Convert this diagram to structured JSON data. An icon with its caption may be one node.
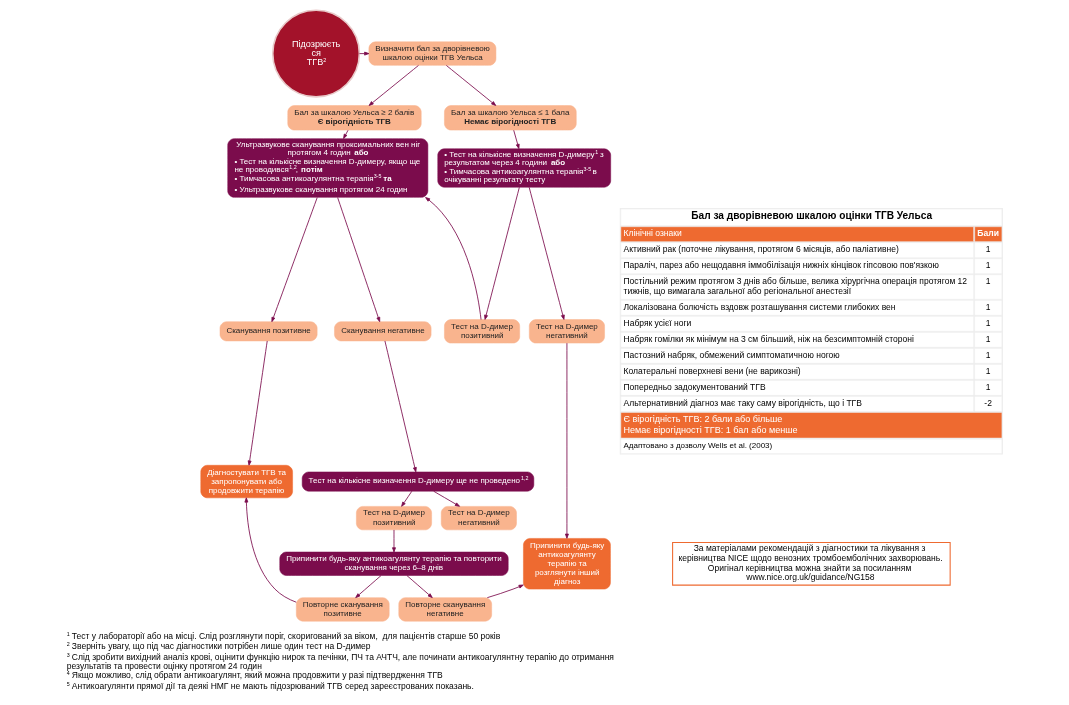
{
  "diagram": {
    "nodes": [
      {
        "text": [
          "Підозрюється ТГВ$^{2}$"
        ]
      },
      {
        "text": [
          "Визначити бал за дворівневою шкалою оцінки ТГВ Уельса"
        ]
      },
      {
        "text": [
          "Бал за шкалою Уельса ≥ 2 балів",
          "**Є вірогідність ТГВ**"
        ]
      },
      {
        "text": [
          "Бал за шкалою Уельса ≤ 1 бала",
          "**Немає вірогідності ТГВ**"
        ]
      },
      {
        "text": [
          "Ультразвукове сканування проксимальних вен ніг протягом 4 годин **або**",
          "• Тест на кількісне визначення D-димеру, якщо ще не проводився$^{1,2}$, **потім**",
          "• Тимчасова антикоагулянтна терапія$^{3-5}$ **та**",
          "• Ультразвукове сканування протягом 24 годин"
        ]
      },
      {
        "text": [
          "• Тест на кількісне визначення D-димеру$^{1}$ з результатом через 4 години **або**",
          "• Тимчасова антикоагулянтна терапія$^{3-5}$ в очікуванні результату тесту"
        ]
      },
      {
        "text": [
          "Тест на D-димер позитивний"
        ]
      },
      {
        "text": [
          "Тест на D-димер негативний"
        ]
      },
      {
        "text": [
          "Сканування позитивне"
        ]
      },
      {
        "text": [
          "Сканування негативне"
        ]
      },
      {
        "text": [
          "Діагностувати ТГВ та запропонувати або продовжити терапію"
        ]
      },
      {
        "text": [
          "Тест на кількісне визначення D-димеру ще не проведено$^{1,2}$"
        ]
      },
      {
        "text": [
          "Тест на D-димер позитивний"
        ]
      },
      {
        "text": [
          "Тест на D-димер негативний"
        ]
      },
      {
        "text": [
          "Припинити будь-яку антикоагулянту терапію та повторити сканування через 6–8 днів"
        ]
      },
      {
        "text": [
          "Повторне сканування позитивне"
        ]
      },
      {
        "text": [
          "Повторне сканування негативне"
        ]
      },
      {
        "text": [
          "Припинити будь-яку антикоагулянту терапію та розглянути інший діагноз"
        ]
      }
    ],
    "edges": [
      {
        "from": 0,
        "to": 1,
        "arrow": "to"
      },
      {
        "from": 1,
        "to": 2,
        "arrow": "to"
      },
      {
        "from": 1,
        "to": 3,
        "arrow": "to"
      },
      {
        "from": 2,
        "to": 4,
        "arrow": "to"
      },
      {
        "from": 3,
        "to": 5,
        "arrow": "to"
      },
      {
        "from": 5,
        "to": 6,
        "arrow": "to"
      },
      {
        "from": 5,
        "to": 7,
        "arrow": "to"
      },
      {
        "from": 6,
        "to": 4,
        "arrow": "to"
      },
      {
        "from": 4,
        "to": 8,
        "arrow": "to"
      },
      {
        "from": 4,
        "to": 9,
        "arrow": "to"
      },
      {
        "from": 8,
        "to": 10,
        "arrow": "to"
      },
      {
        "from": 9,
        "to": 11,
        "arrow": "to"
      },
      {
        "from": 11,
        "to": 12,
        "arrow": "to"
      },
      {
        "from": 11,
        "to": 13,
        "arrow": "to"
      },
      {
        "from": 12,
        "to": 14,
        "arrow": "to"
      },
      {
        "from": 14,
        "to": 15,
        "arrow": "to"
      },
      {
        "from": 14,
        "to": 16,
        "arrow": "to"
      },
      {
        "from": 15,
        "to": 10,
        "arrow": "to"
      },
      {
        "from": 16,
        "to": 17,
        "arrow": "to"
      },
      {
        "from": 7,
        "to": 17,
        "arrow": "to"
      }
    ],
    "labels": [
      "Бал за дворівневою шкалою оцінки ТГВ Уельса",
      "Клінічні ознаки",
      "Бали",
      "Активний рак (поточне лікування, протягом 6 місяців, або паліативне)",
      "1",
      "Параліч, парез або нещодавня іммобілізація нижніх кінцівок гіпсовою пов'язкою",
      "1",
      "Постільний режим протягом 3 днів або більше, велика хірургічна операція протягом 12 тижнів, що вимагала загальної або регіональної анестезії",
      "1",
      "Локалізована болючість вздовж розташування системи глибоких вен",
      "1",
      "Набряк усієї ноги",
      "1",
      "Набряк гомілки як мінімум на 3 см більший, ніж на безсимптомній стороні",
      "1",
      "Пастозний набряк, обмежений симптоматичною ногою",
      "1",
      "Колатеральні поверхневі вени (не варикозні)",
      "1",
      "Попередньо задокументований ТГВ",
      "1",
      "Альтернативний діагноз має таку саму вірогідність, що і ТГВ",
      "-2",
      "Є вірогідність ТГВ: 2 бали або більше",
      "Немає вірогідності ТГВ: 1 бал або менше",
      "Адаптовано з дозволу Wells et al. (2003)",
      "За матеріалами рекомендацій з діагностики та лікування з керівництва NICE щодо венозних тромбоемболічних захворювань. Оригінал керівництва можна знайти за посиланням www.nice.org.uk/guidance/NG158",
      "$^{1}$ Тест у лабораторії або на місці. Слід розглянути поріг, скоригований за віком,  для пацієнтів старше 50 років",
      "$^{2}$ Зверніть увагу, що під час діагностики потрібен лише один тест на D-димер",
      "$^{3}$ Слід зробити вихідний аналіз крові, оцінити функцію нирок та печінки, ПЧ та АЧТЧ, але починати антикоагулянтну терапію до отримання результатів та провести оцінку протягом 24 годин",
      "$^{4}$ Якщо можливо, слід обрати антикоагулянт, який можна продовжити у разі підтвердження ТГВ",
      "$^{5}$ Антикоагулянти прямої дії та деякі НМГ не мають підозрюваний ТГВ серед зареєстрованих показань."
    ]
  }
}
